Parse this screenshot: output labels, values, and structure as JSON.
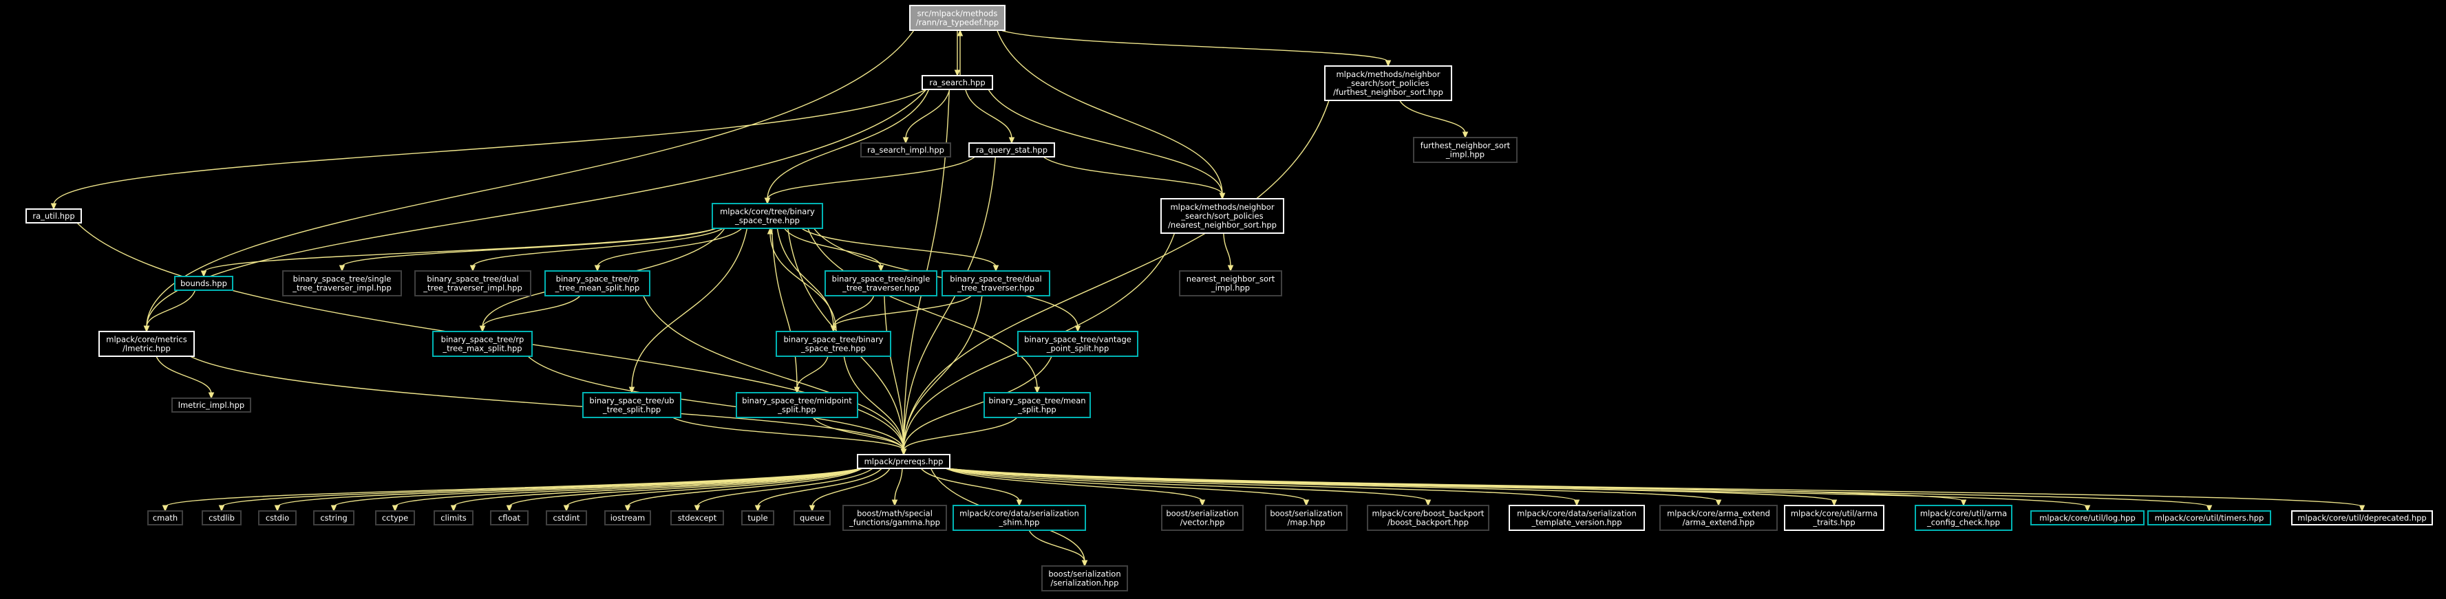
{
  "colors": {
    "background": "#000000",
    "edge": "#f0e68c",
    "documented_border": "#ffffff",
    "linked_border": "#00b4b4",
    "external_border": "#3f3f3f",
    "root_fill": "#999999"
  },
  "nodes": [
    {
      "id": "root",
      "lines": [
        "src/mlpack/methods",
        "/rann/ra_typedef.hpp"
      ],
      "kind": "root"
    },
    {
      "id": "ra_search",
      "lines": [
        "ra_search.hpp"
      ],
      "kind": "white"
    },
    {
      "id": "furthest_sort",
      "lines": [
        "mlpack/methods/neighbor",
        "_search/sort_policies",
        "/furthest_neighbor_sort.hpp"
      ],
      "kind": "white"
    },
    {
      "id": "furthest_sort_impl",
      "lines": [
        "furthest_neighbor_sort",
        "_impl.hpp"
      ],
      "kind": "gray"
    },
    {
      "id": "ra_search_impl",
      "lines": [
        "ra_search_impl.hpp"
      ],
      "kind": "gray"
    },
    {
      "id": "ra_query_stat",
      "lines": [
        "ra_query_stat.hpp"
      ],
      "kind": "white"
    },
    {
      "id": "ra_util",
      "lines": [
        "ra_util.hpp"
      ],
      "kind": "white"
    },
    {
      "id": "bst",
      "lines": [
        "mlpack/core/tree/binary",
        "_space_tree.hpp"
      ],
      "kind": "cyan"
    },
    {
      "id": "nearest_sort",
      "lines": [
        "mlpack/methods/neighbor",
        "_search/sort_policies",
        "/nearest_neighbor_sort.hpp"
      ],
      "kind": "white"
    },
    {
      "id": "nearest_sort_impl",
      "lines": [
        "nearest_neighbor_sort",
        "_impl.hpp"
      ],
      "kind": "gray"
    },
    {
      "id": "bounds",
      "lines": [
        "bounds.hpp"
      ],
      "kind": "cyan"
    },
    {
      "id": "single_impl",
      "lines": [
        "binary_space_tree/single",
        "_tree_traverser_impl.hpp"
      ],
      "kind": "gray"
    },
    {
      "id": "dual_impl",
      "lines": [
        "binary_space_tree/dual",
        "_tree_traverser_impl.hpp"
      ],
      "kind": "gray"
    },
    {
      "id": "rp_mean",
      "lines": [
        "binary_space_tree/rp",
        "_tree_mean_split.hpp"
      ],
      "kind": "cyan"
    },
    {
      "id": "single_trav",
      "lines": [
        "binary_space_tree/single",
        "_tree_traverser.hpp"
      ],
      "kind": "cyan"
    },
    {
      "id": "dual_trav",
      "lines": [
        "binary_space_tree/dual",
        "_tree_traverser.hpp"
      ],
      "kind": "cyan"
    },
    {
      "id": "lmetric",
      "lines": [
        "mlpack/core/metrics",
        "/lmetric.hpp"
      ],
      "kind": "white"
    },
    {
      "id": "rp_max",
      "lines": [
        "binary_space_tree/rp",
        "_tree_max_split.hpp"
      ],
      "kind": "cyan"
    },
    {
      "id": "bst_inner",
      "lines": [
        "binary_space_tree/binary",
        "_space_tree.hpp"
      ],
      "kind": "cyan"
    },
    {
      "id": "vantage",
      "lines": [
        "binary_space_tree/vantage",
        "_point_split.hpp"
      ],
      "kind": "cyan"
    },
    {
      "id": "lmetric_impl",
      "lines": [
        "lmetric_impl.hpp"
      ],
      "kind": "gray"
    },
    {
      "id": "ub",
      "lines": [
        "binary_space_tree/ub",
        "_tree_split.hpp"
      ],
      "kind": "cyan"
    },
    {
      "id": "midpoint",
      "lines": [
        "binary_space_tree/midpoint",
        "_split.hpp"
      ],
      "kind": "cyan"
    },
    {
      "id": "mean",
      "lines": [
        "binary_space_tree/mean",
        "_split.hpp"
      ],
      "kind": "cyan"
    },
    {
      "id": "prereqs",
      "lines": [
        "mlpack/prereqs.hpp"
      ],
      "kind": "white"
    },
    {
      "id": "cmath",
      "lines": [
        "cmath"
      ],
      "kind": "gray"
    },
    {
      "id": "cstdlib",
      "lines": [
        "cstdlib"
      ],
      "kind": "gray"
    },
    {
      "id": "cstdio",
      "lines": [
        "cstdio"
      ],
      "kind": "gray"
    },
    {
      "id": "cstring",
      "lines": [
        "cstring"
      ],
      "kind": "gray"
    },
    {
      "id": "cctype",
      "lines": [
        "cctype"
      ],
      "kind": "gray"
    },
    {
      "id": "climits",
      "lines": [
        "climits"
      ],
      "kind": "gray"
    },
    {
      "id": "cfloat",
      "lines": [
        "cfloat"
      ],
      "kind": "gray"
    },
    {
      "id": "cstdint",
      "lines": [
        "cstdint"
      ],
      "kind": "gray"
    },
    {
      "id": "iostream",
      "lines": [
        "iostream"
      ],
      "kind": "gray"
    },
    {
      "id": "stdexcept",
      "lines": [
        "stdexcept"
      ],
      "kind": "gray"
    },
    {
      "id": "tuple",
      "lines": [
        "tuple"
      ],
      "kind": "gray"
    },
    {
      "id": "queue",
      "lines": [
        "queue"
      ],
      "kind": "gray"
    },
    {
      "id": "gamma",
      "lines": [
        "boost/math/special",
        "_functions/gamma.hpp"
      ],
      "kind": "gray"
    },
    {
      "id": "shim",
      "lines": [
        "mlpack/core/data/serialization",
        "_shim.hpp"
      ],
      "kind": "cyan"
    },
    {
      "id": "vector",
      "lines": [
        "boost/serialization",
        "/vector.hpp"
      ],
      "kind": "gray"
    },
    {
      "id": "map",
      "lines": [
        "boost/serialization",
        "/map.hpp"
      ],
      "kind": "gray"
    },
    {
      "id": "boost_backport",
      "lines": [
        "mlpack/core/boost_backport",
        "/boost_backport.hpp"
      ],
      "kind": "gray"
    },
    {
      "id": "template_version",
      "lines": [
        "mlpack/core/data/serialization",
        "_template_version.hpp"
      ],
      "kind": "white"
    },
    {
      "id": "arma_extend",
      "lines": [
        "mlpack/core/arma_extend",
        "/arma_extend.hpp"
      ],
      "kind": "gray"
    },
    {
      "id": "arma_traits",
      "lines": [
        "mlpack/core/util/arma",
        "_traits.hpp"
      ],
      "kind": "white"
    },
    {
      "id": "arma_config",
      "lines": [
        "mlpack/core/util/arma",
        "_config_check.hpp"
      ],
      "kind": "cyan"
    },
    {
      "id": "log",
      "lines": [
        "mlpack/core/util/log.hpp"
      ],
      "kind": "cyan"
    },
    {
      "id": "timers",
      "lines": [
        "mlpack/core/util/timers.hpp"
      ],
      "kind": "cyan"
    },
    {
      "id": "deprecated",
      "lines": [
        "mlpack/core/util/deprecated.hpp"
      ],
      "kind": "white"
    },
    {
      "id": "serialization",
      "lines": [
        "boost/serialization",
        "/serialization.hpp"
      ],
      "kind": "gray"
    }
  ],
  "edges": [
    [
      "root",
      "ra_search"
    ],
    [
      "root",
      "furthest_sort"
    ],
    [
      "root",
      "lmetric"
    ],
    [
      "root",
      "nearest_sort"
    ],
    [
      "ra_search",
      "root"
    ],
    [
      "ra_search",
      "ra_search_impl"
    ],
    [
      "ra_search",
      "ra_query_stat"
    ],
    [
      "ra_search",
      "ra_util"
    ],
    [
      "ra_search",
      "bst"
    ],
    [
      "ra_search",
      "nearest_sort"
    ],
    [
      "ra_search",
      "lmetric"
    ],
    [
      "ra_search",
      "prereqs"
    ],
    [
      "furthest_sort",
      "furthest_sort_impl"
    ],
    [
      "furthest_sort",
      "prereqs"
    ],
    [
      "ra_query_stat",
      "bst"
    ],
    [
      "ra_query_stat",
      "nearest_sort"
    ],
    [
      "ra_query_stat",
      "prereqs"
    ],
    [
      "ra_util",
      "prereqs"
    ],
    [
      "bst",
      "bounds"
    ],
    [
      "bst",
      "single_impl"
    ],
    [
      "bst",
      "dual_impl"
    ],
    [
      "bst",
      "rp_mean"
    ],
    [
      "bst",
      "single_trav"
    ],
    [
      "bst",
      "dual_trav"
    ],
    [
      "bst",
      "bst_inner"
    ],
    [
      "bst",
      "vantage"
    ],
    [
      "bst",
      "ub"
    ],
    [
      "bst",
      "midpoint"
    ],
    [
      "bst",
      "mean"
    ],
    [
      "bst",
      "rp_max"
    ],
    [
      "bst",
      "prereqs"
    ],
    [
      "nearest_sort",
      "nearest_sort_impl"
    ],
    [
      "nearest_sort",
      "prereqs"
    ],
    [
      "bounds",
      "lmetric"
    ],
    [
      "rp_mean",
      "rp_max"
    ],
    [
      "rp_mean",
      "prereqs"
    ],
    [
      "single_trav",
      "bst_inner"
    ],
    [
      "single_trav",
      "prereqs"
    ],
    [
      "dual_trav",
      "bst_inner"
    ],
    [
      "dual_trav",
      "prereqs"
    ],
    [
      "bst_inner",
      "bst"
    ],
    [
      "bst_inner",
      "midpoint"
    ],
    [
      "bst_inner",
      "prereqs"
    ],
    [
      "lmetric",
      "lmetric_impl"
    ],
    [
      "lmetric",
      "prereqs"
    ],
    [
      "rp_max",
      "prereqs"
    ],
    [
      "vantage",
      "prereqs"
    ],
    [
      "ub",
      "prereqs"
    ],
    [
      "midpoint",
      "prereqs"
    ],
    [
      "mean",
      "prereqs"
    ],
    [
      "prereqs",
      "cmath"
    ],
    [
      "prereqs",
      "cstdlib"
    ],
    [
      "prereqs",
      "cstdio"
    ],
    [
      "prereqs",
      "cstring"
    ],
    [
      "prereqs",
      "cctype"
    ],
    [
      "prereqs",
      "climits"
    ],
    [
      "prereqs",
      "cfloat"
    ],
    [
      "prereqs",
      "cstdint"
    ],
    [
      "prereqs",
      "iostream"
    ],
    [
      "prereqs",
      "stdexcept"
    ],
    [
      "prereqs",
      "tuple"
    ],
    [
      "prereqs",
      "queue"
    ],
    [
      "prereqs",
      "gamma"
    ],
    [
      "prereqs",
      "shim"
    ],
    [
      "prereqs",
      "vector"
    ],
    [
      "prereqs",
      "map"
    ],
    [
      "prereqs",
      "boost_backport"
    ],
    [
      "prereqs",
      "template_version"
    ],
    [
      "prereqs",
      "arma_extend"
    ],
    [
      "prereqs",
      "arma_traits"
    ],
    [
      "prereqs",
      "arma_config"
    ],
    [
      "prereqs",
      "log"
    ],
    [
      "prereqs",
      "timers"
    ],
    [
      "prereqs",
      "deprecated"
    ],
    [
      "prereqs",
      "serialization"
    ],
    [
      "shim",
      "serialization"
    ]
  ]
}
